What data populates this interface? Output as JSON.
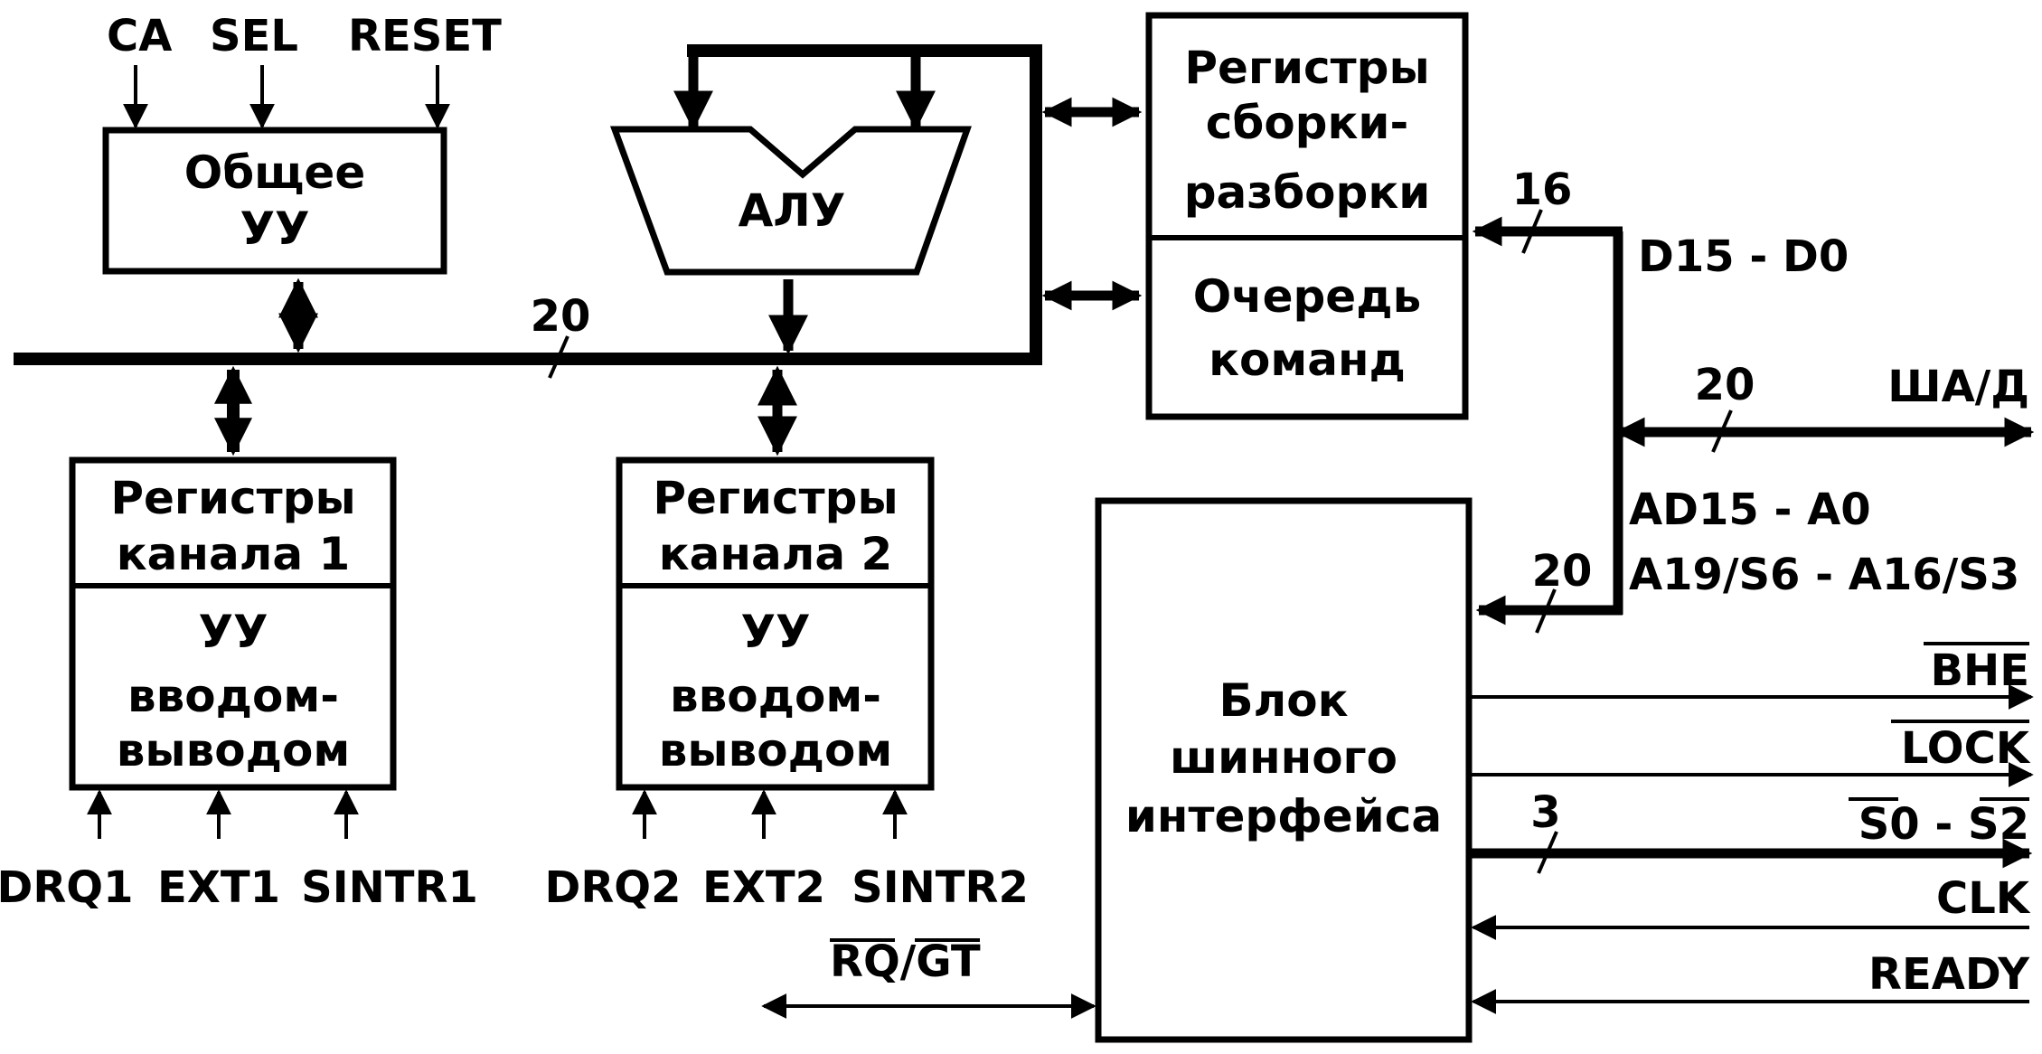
{
  "top_signals": [
    "CA",
    "SEL",
    "RESET"
  ],
  "blocks": {
    "control": [
      "Общее",
      "УУ"
    ],
    "alu": "АЛУ",
    "assembly": [
      "Регистры",
      "сборки-",
      "разборки"
    ],
    "queue": [
      "Очередь",
      "команд"
    ],
    "ch1_regs": [
      "Регистры",
      "канала 1"
    ],
    "ch1_ctrl": [
      "УУ",
      "вводом-",
      "выводом"
    ],
    "ch2_regs": [
      "Регистры",
      "канала 2"
    ],
    "ch2_ctrl": [
      "УУ",
      "вводом-",
      "выводом"
    ],
    "biu": [
      "Блок",
      "шинного",
      "интерфейса"
    ]
  },
  "ch1_inputs": [
    "DRQ1",
    "EXT1",
    "SINTR1"
  ],
  "ch2_inputs": [
    "DRQ2",
    "EXT2",
    "SINTR2"
  ],
  "bus_widths": {
    "internal": "20",
    "data": "16",
    "biu_addr": "20",
    "external": "20",
    "status": "3"
  },
  "bus_labels": {
    "data": "D15 - D0",
    "external": "ША/Д",
    "addr_line1": "AD15 - A0",
    "addr_line2": "A19/S6 - A16/S3"
  },
  "right_signals": [
    "BHE",
    "LOCK",
    "S0 - S2",
    "CLK",
    "READY"
  ],
  "rq_gt": {
    "rq": "RQ",
    "sep": "/",
    "gt": "GT"
  }
}
